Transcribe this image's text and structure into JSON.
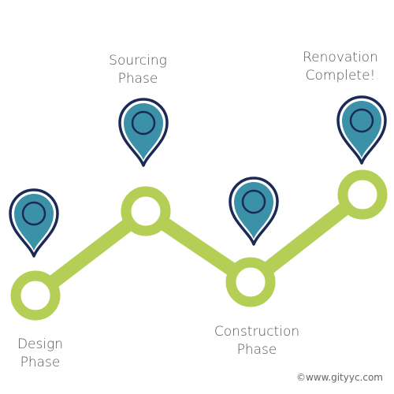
{
  "milestones": [
    {
      "line1": "Design",
      "line2": "Phase"
    },
    {
      "line1": "Sourcing",
      "line2": "Phase"
    },
    {
      "line1": "Construction",
      "line2": "Phase"
    },
    {
      "line1": "Renovation",
      "line2": "Complete!"
    }
  ],
  "copyright": "©www.gityyc.com",
  "colors": {
    "path": "#b5cf56",
    "pin_fill": "#3b92a8",
    "pin_outline": "#1b2a55",
    "text": "#555555"
  },
  "icons": [
    "map-pin-icon"
  ]
}
